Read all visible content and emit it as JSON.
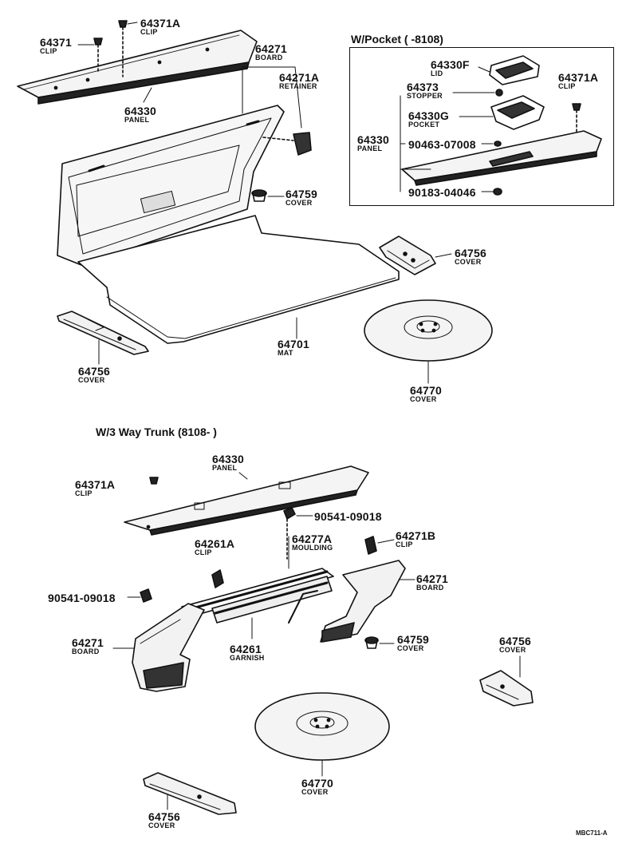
{
  "section_top": {
    "labels": {
      "clip_64371": {
        "part": "64371",
        "name": "CLIP"
      },
      "clip_64371a": {
        "part": "64371A",
        "name": "CLIP"
      },
      "board_64271": {
        "part": "64271",
        "name": "BOARD"
      },
      "retainer_64271a": {
        "part": "64271A",
        "name": "RETAINER"
      },
      "panel_64330": {
        "part": "64330",
        "name": "PANEL"
      },
      "cover_64759": {
        "part": "64759",
        "name": "COVER"
      },
      "cover_64756_right": {
        "part": "64756",
        "name": "COVER"
      },
      "mat_64701": {
        "part": "64701",
        "name": "MAT"
      },
      "cover_64756_left": {
        "part": "64756",
        "name": "COVER"
      },
      "cover_64770": {
        "part": "64770",
        "name": "COVER"
      }
    }
  },
  "inset_pocket": {
    "title": "W/Pocket (        -8108)",
    "labels": {
      "lid_64330f": {
        "part": "64330F",
        "name": "LID"
      },
      "stopper_64373": {
        "part": "64373",
        "name": "STOPPER"
      },
      "clip_64371a": {
        "part": "64371A",
        "name": "CLIP"
      },
      "pocket_64330g": {
        "part": "64330G",
        "name": "POCKET"
      },
      "panel_64330": {
        "part": "64330",
        "name": "PANEL"
      },
      "bolt_90463": {
        "part": "90463-07008"
      },
      "bolt_90183": {
        "part": "90183-04046"
      }
    }
  },
  "section_bottom": {
    "title": "W/3 Way Trunk (8108-        )",
    "labels": {
      "panel_64330": {
        "part": "64330",
        "name": "PANEL"
      },
      "clip_64371a": {
        "part": "64371A",
        "name": "CLIP"
      },
      "screw_90541_top": {
        "part": "90541-09018"
      },
      "moulding_64277a": {
        "part": "64277A",
        "name": "MOULDING"
      },
      "clip_64271b": {
        "part": "64271B",
        "name": "CLIP"
      },
      "clip_64261a": {
        "part": "64261A",
        "name": "CLIP"
      },
      "board_64271_right": {
        "part": "64271",
        "name": "BOARD"
      },
      "screw_90541_left": {
        "part": "90541-09018"
      },
      "board_64271_left": {
        "part": "64271",
        "name": "BOARD"
      },
      "garnish_64261": {
        "part": "64261",
        "name": "GARNISH"
      },
      "cover_64759": {
        "part": "64759",
        "name": "COVER"
      },
      "cover_64756_right": {
        "part": "64756",
        "name": "COVER"
      },
      "cover_64770": {
        "part": "64770",
        "name": "COVER"
      },
      "cover_64756_left": {
        "part": "64756",
        "name": "COVER"
      }
    }
  },
  "figure_code": "MBC711-A"
}
